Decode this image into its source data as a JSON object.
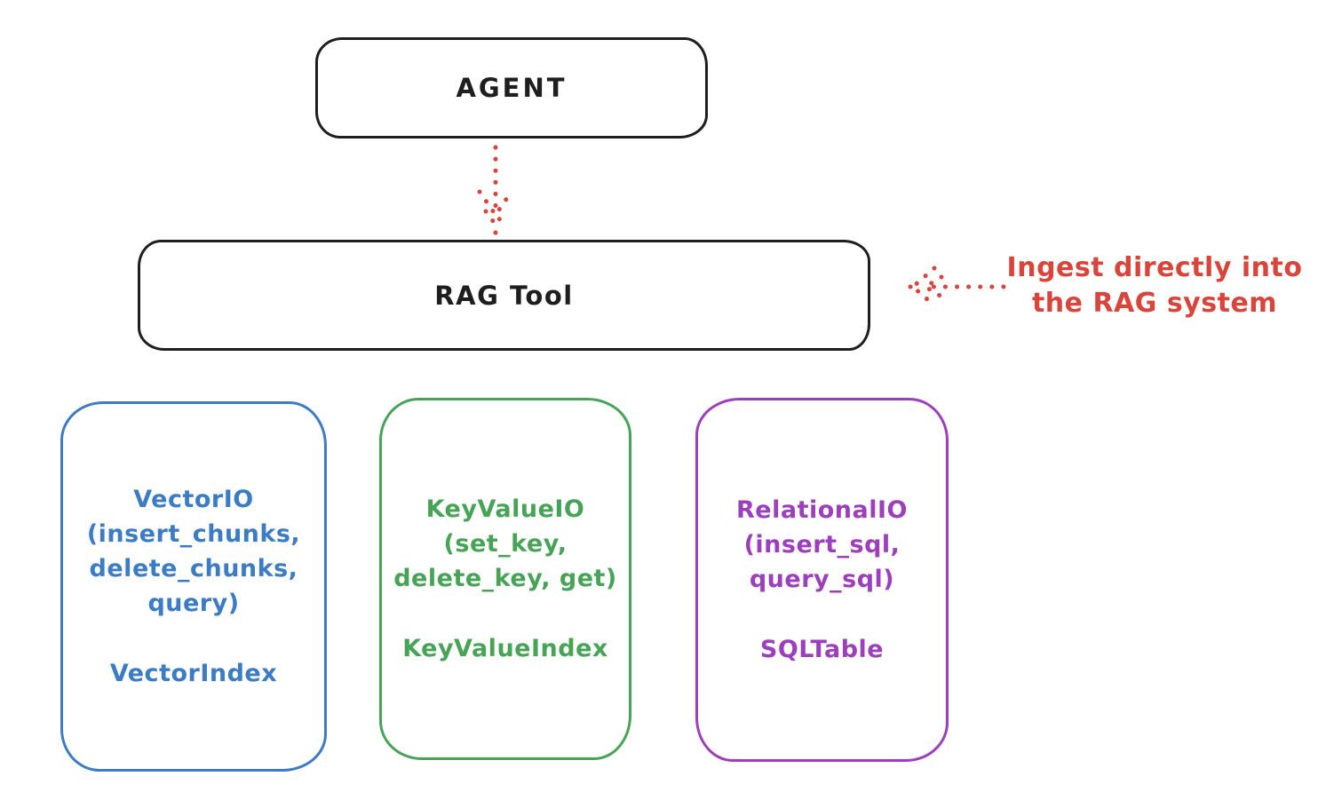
{
  "diagram": {
    "agent": {
      "label": "AGENT"
    },
    "rag_tool": {
      "label": "RAG Tool"
    },
    "annotation": {
      "line1": "Ingest directly into",
      "line2": "the RAG system"
    },
    "cards": [
      {
        "name": "vector-io",
        "color": "#3b7cc4",
        "lines": [
          "VectorIO",
          "(insert_chunks,",
          "delete_chunks,",
          "query)"
        ],
        "index_label": "VectorIndex"
      },
      {
        "name": "keyvalue-io",
        "color": "#47a457",
        "lines": [
          "KeyValueIO",
          "(set_key,",
          "delete_key, get)"
        ],
        "index_label": "KeyValueIndex"
      },
      {
        "name": "relational-io",
        "color": "#9d3fbd",
        "lines": [
          "RelationalIO",
          "(insert_sql,",
          "query_sql)"
        ],
        "index_label": "SQLTable"
      }
    ],
    "colors": {
      "stroke_black": "#1e1e1e",
      "red": "#d9443b",
      "blue": "#3b7cc4",
      "green": "#47a457",
      "purple": "#9d3fbd"
    }
  }
}
